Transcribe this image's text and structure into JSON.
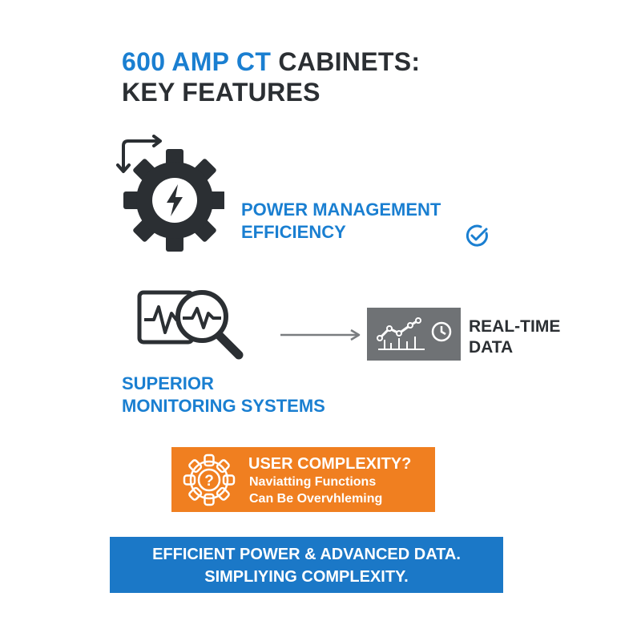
{
  "header": {
    "title_accent": "600 AMP CT",
    "title_rest": "CABINETS:",
    "title_line2": "KEY FEATURES"
  },
  "features": {
    "power": {
      "line1": "POWER MANAGEMENT",
      "line2": "EFFICIENCY",
      "icon": "gear-lightning-icon",
      "check_icon": "check-circle-icon"
    },
    "monitoring": {
      "line1": "SUPERIOR",
      "line2": "MONITORING SYSTEMS",
      "icon": "waveform-magnifier-icon"
    },
    "realtime": {
      "line1": "REAL-TIME",
      "line2": "DATA",
      "icon": "line-chart-clock-icon"
    }
  },
  "callout": {
    "title": "USER COMPLEXITY?",
    "line1": "Naviatting Functions",
    "line2": "Can Be Overvhleming",
    "icon": "gear-question-icon"
  },
  "banner": {
    "line1": "EFFICIENT POWER & ADVANCED DATA.",
    "line2": "SIMPLIYING COMPLEXITY."
  },
  "colors": {
    "accent_blue": "#1a7fd1",
    "dark": "#2b2f33",
    "orange": "#f07f20",
    "banner_blue": "#1b78c7",
    "panel_gray": "#6f7275"
  }
}
